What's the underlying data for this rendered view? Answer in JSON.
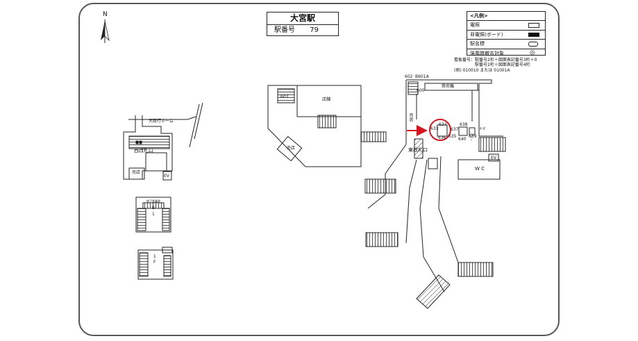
{
  "station": {
    "name": "大宮駅",
    "number_label": "駅番号",
    "number": "79"
  },
  "compass": {
    "label": "N"
  },
  "legend": {
    "header": "<凡例>",
    "items": [
      {
        "label": "電照",
        "symbol": "outline-rect"
      },
      {
        "label": "非電照(ボード)",
        "symbol": "solid-rect"
      },
      {
        "label": "駅名標",
        "symbol": "rounded-plate"
      },
      {
        "label": "強風時撤去対象",
        "symbol": "double-circle",
        "glyph": "◎"
      }
    ]
  },
  "notes": {
    "line1": "看板番号：駅番号2桁＋図面表記番号3桁＋0",
    "line2": "駅番号2桁＋図面表記番号4桁",
    "line3": "(例) 010010 または 01001A"
  },
  "areas": {
    "west_platform": "大阪行ホーム",
    "west_gate": "西改札口",
    "west_shop": "売店",
    "west_ev": "EV",
    "b1_small": "地下鉄乗換",
    "b1_label_a": "B",
    "b1_label_b": "1",
    "f1_label_a": "1",
    "f1_label_b": "F",
    "center_store": "店舗",
    "center_shop": "売店",
    "east_gate": "東改札口",
    "ticket_machine": "券売機",
    "east_shop": "売店",
    "navi": "ナビ",
    "wc": "W C",
    "east_ev": "EV",
    "coin": "コイン"
  },
  "signs": [
    "603",
    "602",
    "B601A",
    "600",
    "633",
    "634",
    "637",
    "635",
    "636",
    "638",
    "639",
    "640"
  ],
  "colors": {
    "highlight": "#d6161c",
    "line": "#222222",
    "frame": "#555555"
  }
}
